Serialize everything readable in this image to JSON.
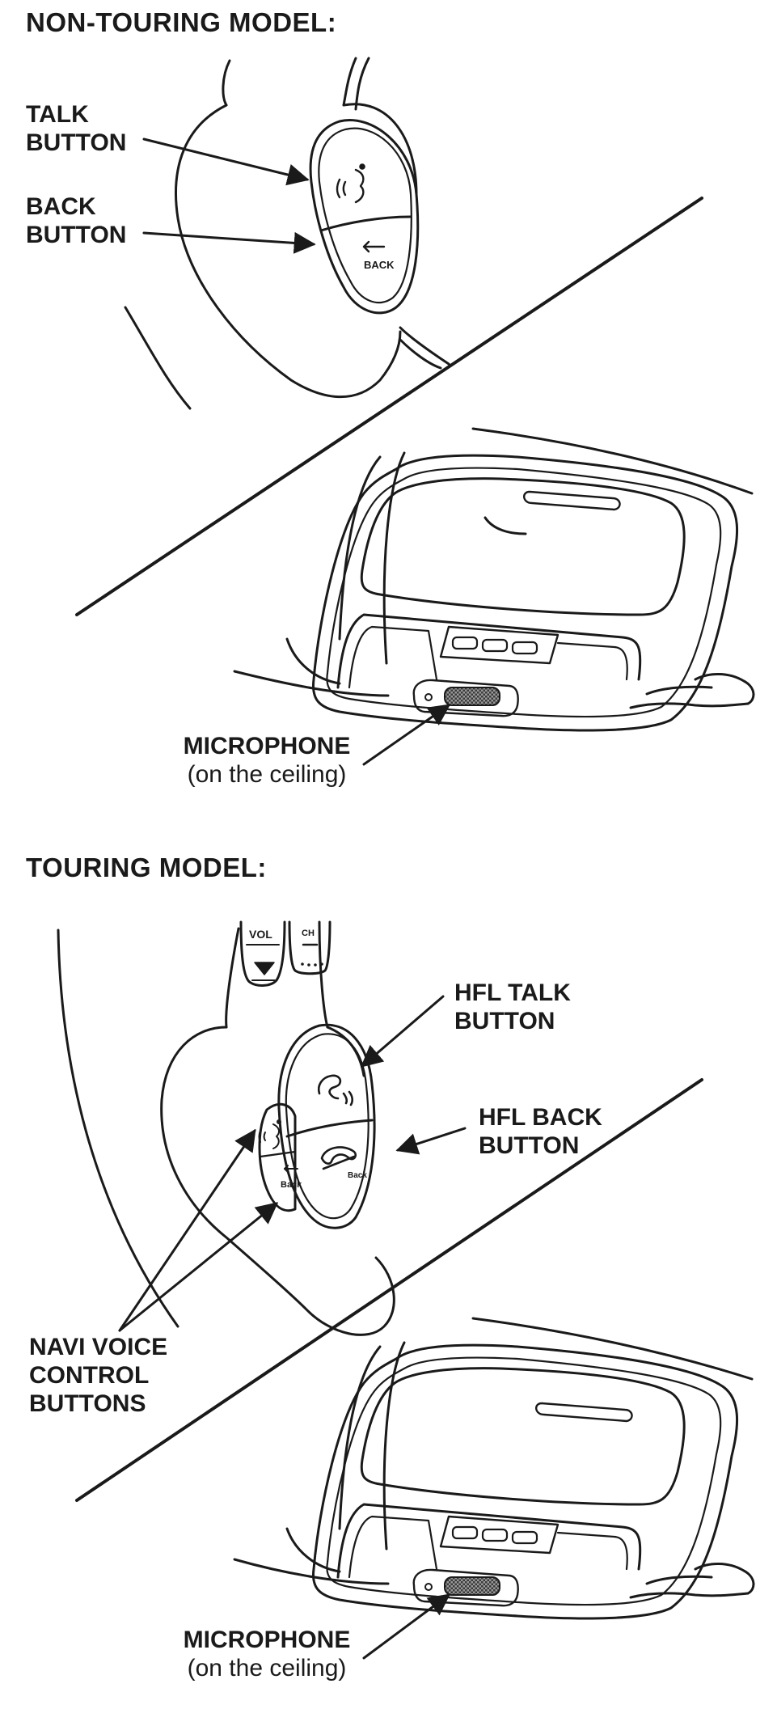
{
  "headings": {
    "non_touring": "NON-TOURING MODEL:",
    "touring": "TOURING MODEL:"
  },
  "non_touring": {
    "talk_button": [
      "TALK",
      "BUTTON"
    ],
    "back_button": [
      "BACK",
      "BUTTON"
    ],
    "button_text_back": "BACK",
    "microphone": "MICROPHONE",
    "microphone_location": "(on the ceiling)"
  },
  "touring": {
    "hfl_talk_button": [
      "HFL TALK",
      "BUTTON"
    ],
    "hfl_back_button": [
      "HFL BACK",
      "BUTTON"
    ],
    "navi_voice_control": [
      "NAVI VOICE",
      "CONTROL",
      "BUTTONS"
    ],
    "switch_vol": "VOL",
    "switch_ch": "CH",
    "button_text_back": "Back",
    "hfl_button_text_back": "Back",
    "microphone": "MICROPHONE",
    "microphone_location": "(on the ceiling)"
  }
}
